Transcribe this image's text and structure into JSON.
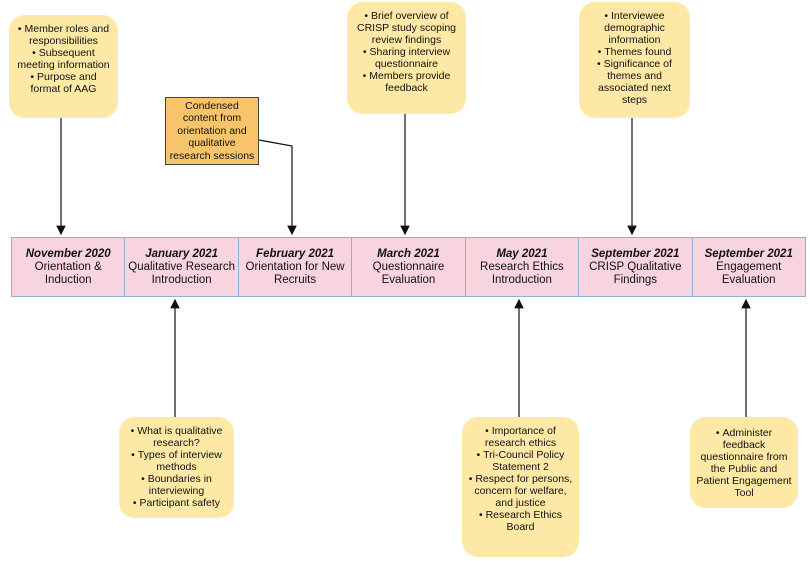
{
  "timeline": [
    {
      "date": "November 2020",
      "label": "Orientation & Induction"
    },
    {
      "date": "January 2021",
      "label": "Qualitative Research Introduction"
    },
    {
      "date": "February 2021",
      "label": "Orientation for New Recruits"
    },
    {
      "date": "March 2021",
      "label": "Questionnaire Evaluation"
    },
    {
      "date": "May 2021",
      "label": "Research Ethics Introduction"
    },
    {
      "date": "September 2021",
      "label": "CRISP Qualitative Findings"
    },
    {
      "date": "September 2021",
      "label": "Engagement Evaluation"
    }
  ],
  "notes": {
    "nov2020": [
      "Member roles and responsibilities",
      "Subsequent meeting information",
      "Purpose and format of AAG"
    ],
    "feb2021": "Condensed content from orientation and qualitative research sessions",
    "mar2021": [
      "Brief overview of CRISP study scoping review findings",
      "Sharing interview questionnaire",
      "Members provide feedback"
    ],
    "sep2021_findings": [
      "Interviewee demographic information",
      "Themes found",
      "Significance of themes and associated next steps"
    ],
    "jan2021": [
      "What is qualitative research?",
      "Types of interview methods",
      "Boundaries in interviewing",
      "Participant safety"
    ],
    "may2021": [
      "Importance of research ethics",
      "Tri-Council Policy Statement 2",
      "Respect for persons, concern for welfare, and justice",
      "Research Ethics Board"
    ],
    "sep2021_engagement": [
      "Administer feedback questionnaire from the Public and Patient Engagement Tool"
    ]
  },
  "colors": {
    "timeline_fill": "#f8d4de",
    "note_fill": "#fde9a5",
    "highlight_fill": "#f7c46b"
  }
}
